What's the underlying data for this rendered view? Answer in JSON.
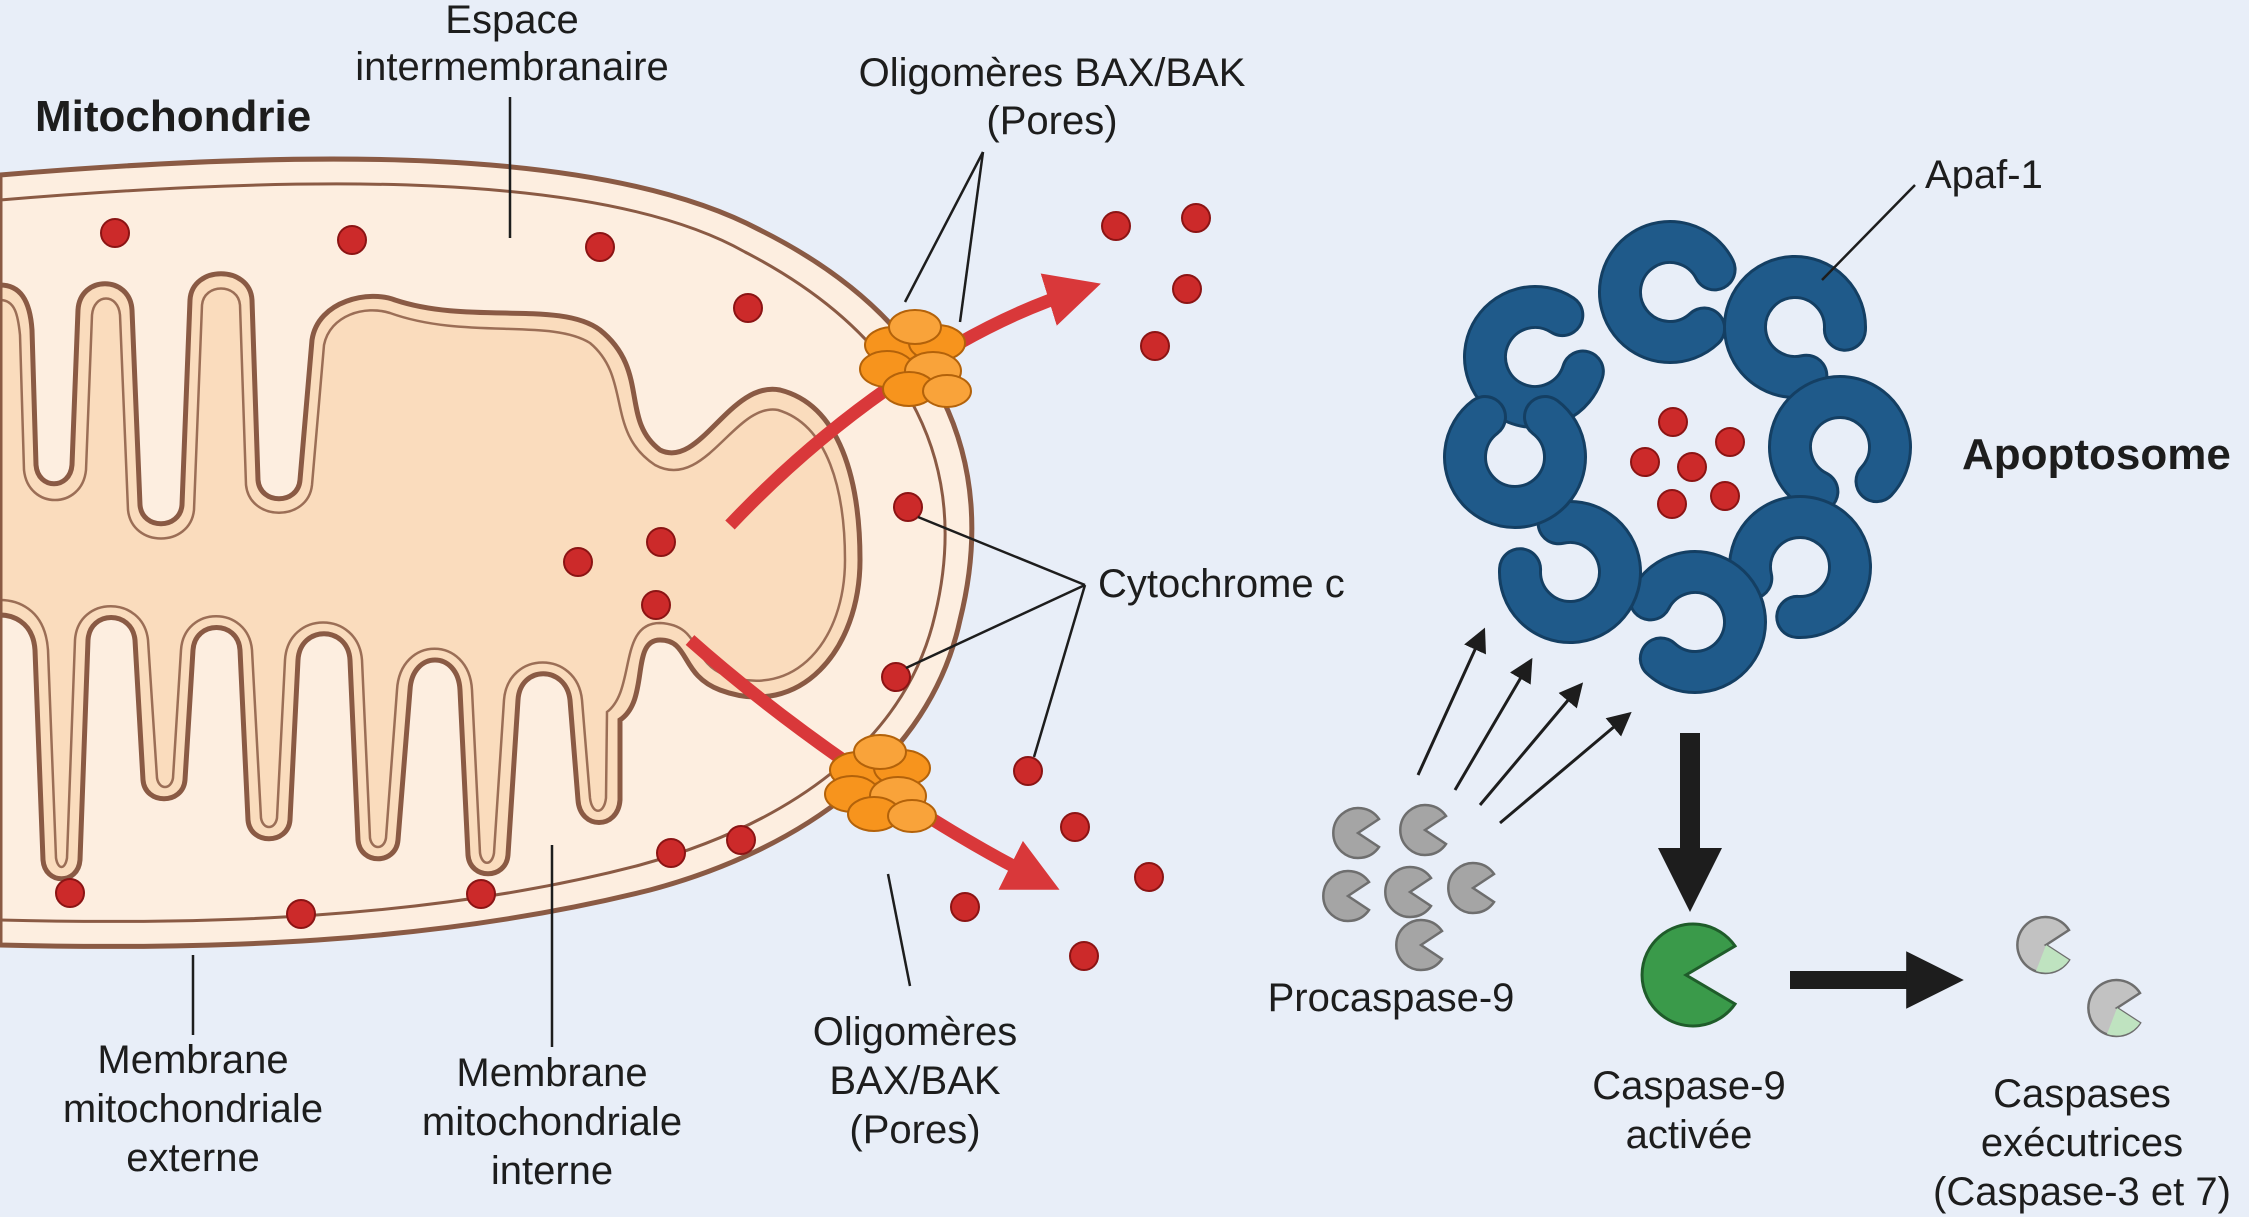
{
  "labels": {
    "mitochondrie": "Mitochondrie",
    "espace_l1": "Espace",
    "espace_l2": "intermembranaire",
    "pores_top_l1": "Oligomères BAX/BAK",
    "pores_top_l2": "(Pores)",
    "apaf": "Apaf-1",
    "apoptosome": "Apoptosome",
    "cytochrome": "Cytochrome c",
    "procaspase": "Procaspase-9",
    "ext_l1": "Membrane",
    "ext_l2": "mitochondriale",
    "ext_l3": "externe",
    "int_l1": "Membrane",
    "int_l2": "mitochondriale",
    "int_l3": "interne",
    "pores_bot_l1": "Oligomères",
    "pores_bot_l2": "BAX/BAK",
    "pores_bot_l3": "(Pores)",
    "casp9_l1": "Caspase-9",
    "casp9_l2": "activée",
    "exec_l1": "Caspases",
    "exec_l2": "exécutrices",
    "exec_l3": "(Caspase-3 et 7)"
  },
  "colors": {
    "background": "#e8eef8",
    "matrix": "#fadcbd",
    "intermembrane": "#fdeee0",
    "membrane_stroke": "#8a5a44",
    "cytochrome": "#cc2a2a",
    "pore": "#f7941d",
    "apaf": "#1f5a8a",
    "procaspase": "#a5a5a5",
    "caspase9": "#3a9a4a",
    "arrow_red": "#d9383a"
  }
}
